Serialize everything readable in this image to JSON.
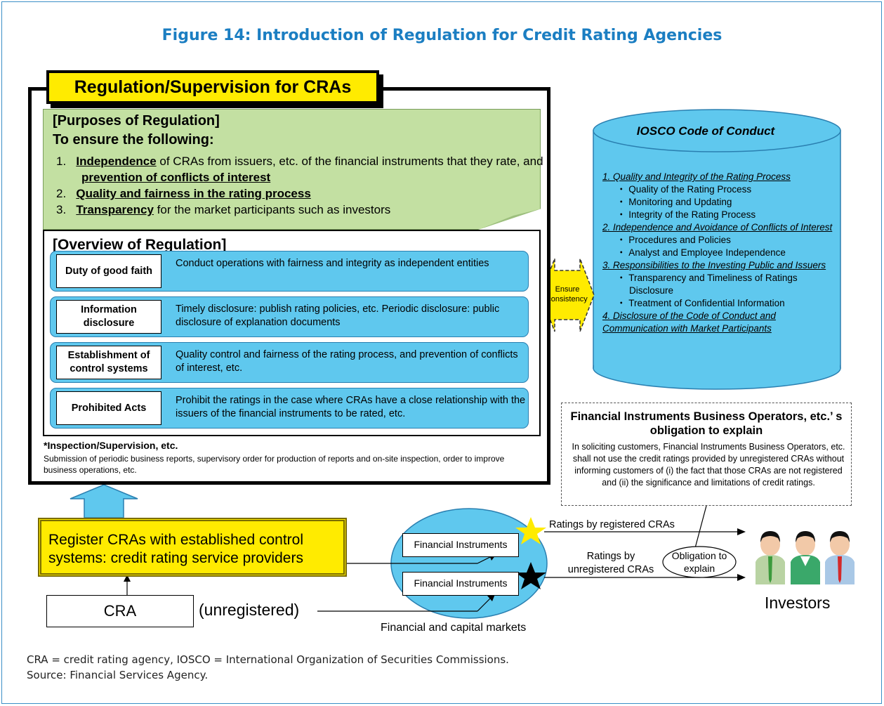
{
  "title": "Figure 14: Introduction of Regulation for Credit Rating Agencies",
  "banner": "Regulation/Supervision for CRAs",
  "purposes": {
    "heading": "[Purposes of Regulation]",
    "subheading": "To ensure the following:",
    "items": [
      {
        "num": "1.",
        "bold1": "Independence",
        "text1": " of CRAs from issuers, etc. of the financial instruments that they rate, and ",
        "bold2": "prevention of conflicts of interest"
      },
      {
        "num": "2.",
        "bold1": "Quality and fairness in the rating process"
      },
      {
        "num": "3.",
        "bold1": "Transparency",
        "text1": " for the market participants such as investors"
      }
    ]
  },
  "overview": {
    "heading": "[Overview of Regulation]",
    "rows": [
      {
        "label": "Duty of good faith",
        "text": "Conduct operations with fairness and integrity as independent entities"
      },
      {
        "label": "Information disclosure",
        "text": "Timely disclosure: publish rating policies, etc. Periodic disclosure: public disclosure of explanation documents"
      },
      {
        "label": "Establishment of control systems",
        "text": "Quality control and fairness of the rating process, and prevention of conflicts of interest, etc."
      },
      {
        "label": "Prohibited Acts",
        "text": "Prohibit the ratings in the case where CRAs have a close relationship with the issuers of the financial instruments to be rated, etc."
      }
    ]
  },
  "inspection": {
    "heading": "*Inspection/Supervision, etc.",
    "text": "Submission of periodic business reports, supervisory order for production of reports and on-site inspection, order to improve business operations, etc."
  },
  "ensure": {
    "line1": "Ensure",
    "line2": "consistency"
  },
  "iosco": {
    "title": "IOSCO Code of Conduct",
    "sections": [
      {
        "heading": "1. Quality and Integrity of the Rating Process",
        "bullets": [
          "Quality of the Rating Process",
          "Monitoring and Updating",
          "Integrity of the Rating Process"
        ]
      },
      {
        "heading": "2. Independence and Avoidance of Conflicts of Interest",
        "bullets": [
          "Procedures and Policies",
          "Analyst and Employee Independence"
        ]
      },
      {
        "heading": "3. Responsibilities to the Investing Public and Issuers",
        "bullets": [
          "Transparency and Timeliness of Ratings Disclosure",
          "Treatment of Confidential Information"
        ]
      },
      {
        "heading": "4. Disclosure of the Code of Conduct and Communication with Market Participants",
        "bullets": []
      }
    ]
  },
  "obligation": {
    "heading": "Financial Instruments Business Operators, etc.’ s obligation to explain",
    "text": "In soliciting customers, Financial Instruments Business Operators, etc. shall not use the credit ratings provided by unregistered CRAs without informing customers of (i) the fact that those CRAs are not registered and (ii) the significance and limitations of credit ratings."
  },
  "register": "Register CRAs with established control systems: credit rating service providers",
  "cra": "CRA",
  "unregistered": "(unregistered)",
  "financial_instruments": [
    "Financial Instruments",
    "Financial Instruments"
  ],
  "markets_label": "Financial and capital markets",
  "ratings_registered": "Ratings by registered CRAs",
  "ratings_unregistered_1": "Ratings by",
  "ratings_unregistered_2": "unregistered CRAs",
  "obligation_ellipse_1": "Obligation to",
  "obligation_ellipse_2": "explain",
  "investors": "Investors",
  "notes": [
    "CRA = credit rating agency, IOSCO = International Organization of Securities Commissions.",
    "Source: Financial Services Agency."
  ],
  "colors": {
    "title": "#1b7ec2",
    "banner": "#ffeb00",
    "green": "#c3e0a2",
    "cyan": "#5fc8ee"
  }
}
